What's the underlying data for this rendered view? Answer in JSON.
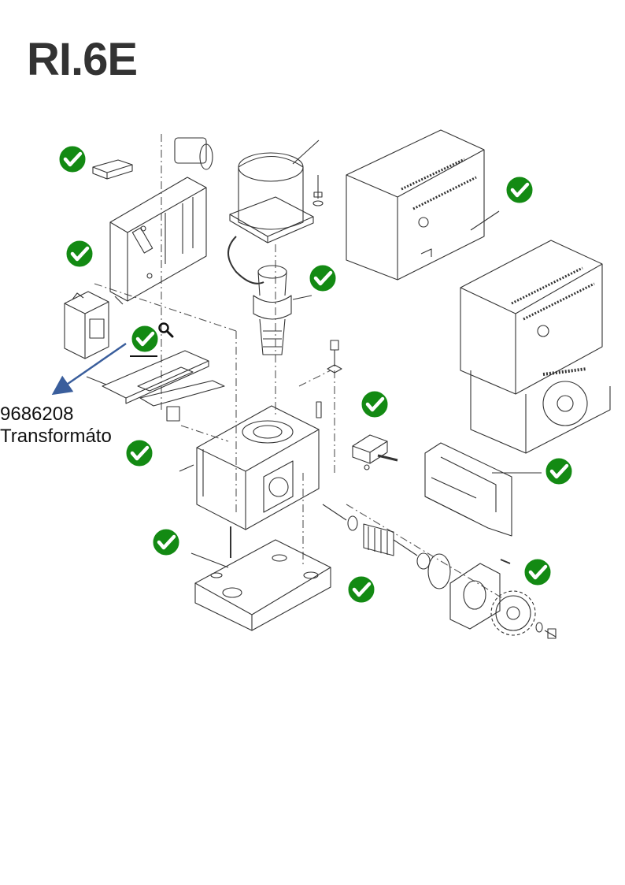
{
  "title": "RI.6E",
  "part_reference": {
    "code": "9686208",
    "name": "Transformátor"
  },
  "icons": {
    "check": "check-circle-icon",
    "zoom": "magnifier-icon"
  },
  "colors": {
    "check_fill": "#138a13",
    "arrow": "#3a5e9c",
    "line_art": "#333333",
    "title": "#333333"
  }
}
